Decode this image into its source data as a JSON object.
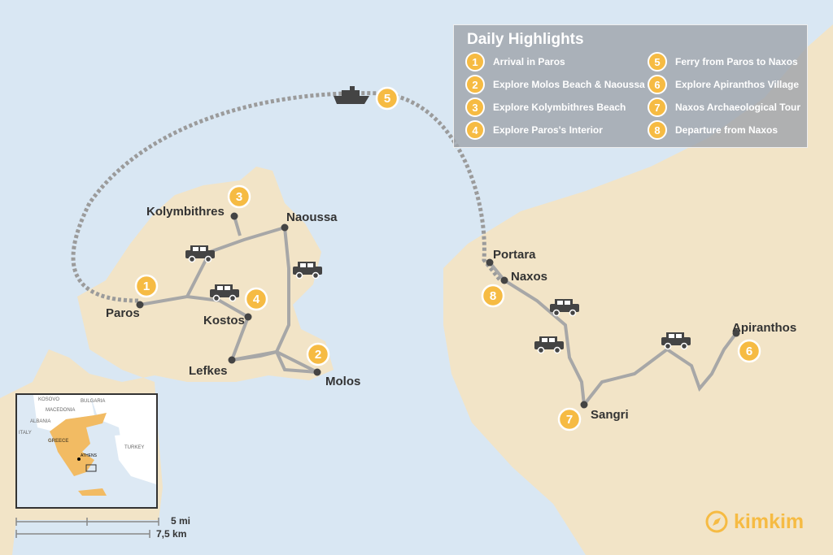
{
  "legend": {
    "title": "Daily Highlights",
    "items": [
      {
        "n": "1",
        "label": "Arrival in Paros"
      },
      {
        "n": "2",
        "label": "Explore Molos Beach & Naoussa"
      },
      {
        "n": "3",
        "label": "Explore Kolymbithres Beach"
      },
      {
        "n": "4",
        "label": "Explore Paros's Interior"
      },
      {
        "n": "5",
        "label": "Ferry from Paros to Naxos"
      },
      {
        "n": "6",
        "label": "Explore Apiranthos Village"
      },
      {
        "n": "7",
        "label": "Naxos Archaeological Tour"
      },
      {
        "n": "8",
        "label": "Departure from Naxos"
      }
    ]
  },
  "places": {
    "paros": "Paros",
    "kolymbithres": "Kolymbithres",
    "naoussa": "Naoussa",
    "kostos": "Kostos",
    "lefkes": "Lefkes",
    "molos": "Molos",
    "portara": "Portara",
    "naxos": "Naxos",
    "sangri": "Sangri",
    "apiranthos": "Apiranthos"
  },
  "markers": [
    "1",
    "2",
    "3",
    "4",
    "5",
    "6",
    "7",
    "8"
  ],
  "inset": {
    "kosovo": "KOSOVO",
    "bulgaria": "BULGARIA",
    "macedonia": "MACEDONIA",
    "albania": "ALBANIA",
    "italy": "ITALY",
    "greece": "GREECE",
    "athens": "ATHENS",
    "turkey": "TURKEY"
  },
  "scale": {
    "miles": "5 mi",
    "km": "7,5 km"
  },
  "logo": {
    "text": "kimkim"
  },
  "colors": {
    "sea": "#d9e7f3",
    "land": "#f2e4c7",
    "marker": "#f6bb43",
    "route": "#9b9b9b"
  }
}
